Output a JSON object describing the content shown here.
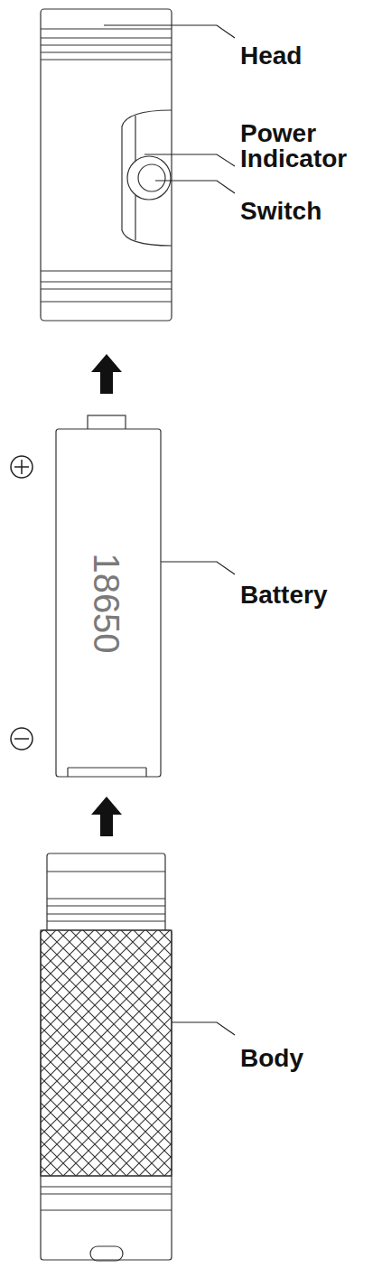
{
  "diagram": {
    "labels": [
      "Head",
      "Power Indicator",
      "Switch",
      "18650",
      "Battery",
      "Body"
    ]
  }
}
